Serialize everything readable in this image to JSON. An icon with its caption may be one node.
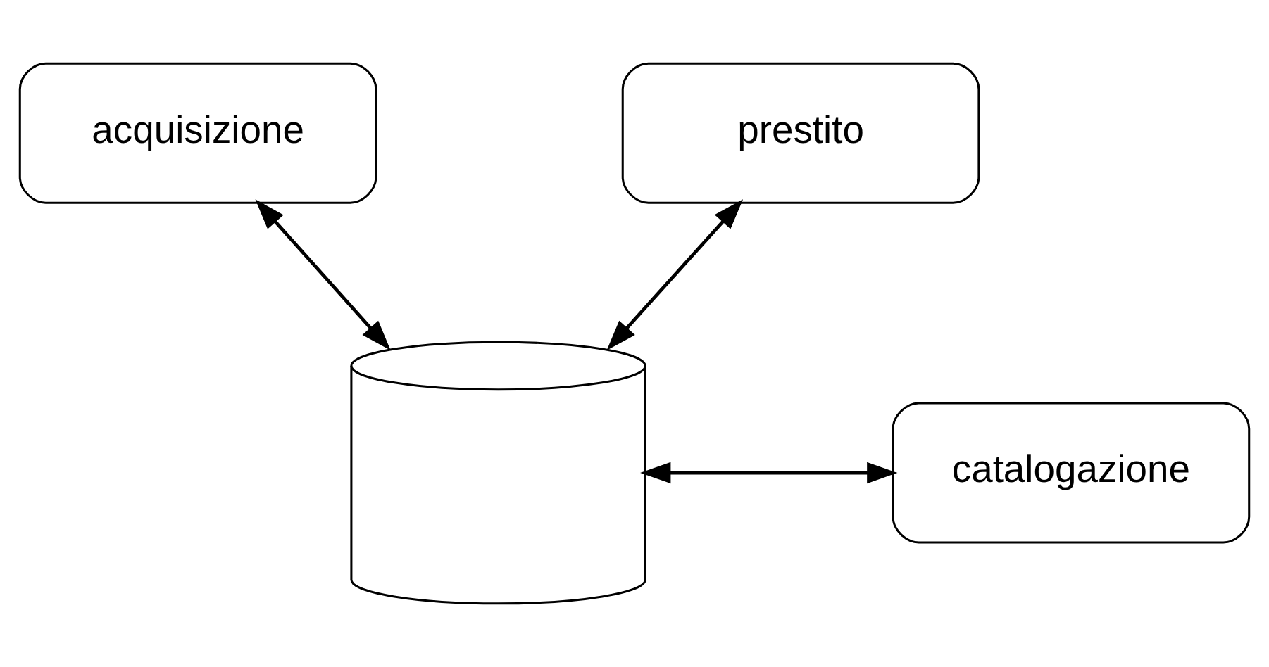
{
  "diagram": {
    "nodes": [
      {
        "text": [
          "acquisizione"
        ]
      },
      {
        "text": [
          "prestito"
        ]
      },
      {
        "text": [],
        "shape": "cylinder"
      },
      {
        "text": [
          "catalogazione"
        ]
      }
    ],
    "edges": [
      {
        "from": 0,
        "to": 2,
        "arrow": "both"
      },
      {
        "from": 1,
        "to": 2,
        "arrow": "both"
      },
      {
        "from": 2,
        "to": 3,
        "arrow": "both"
      }
    ]
  }
}
